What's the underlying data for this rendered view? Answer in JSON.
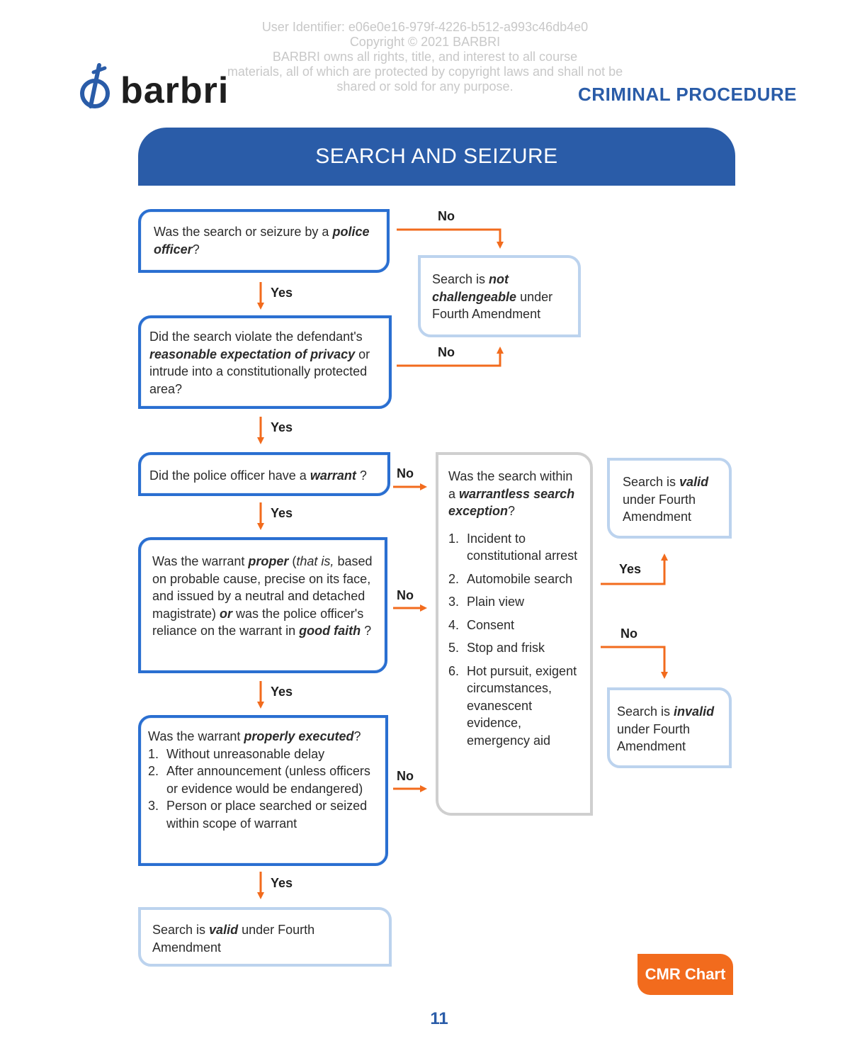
{
  "watermark": {
    "lines": [
      "User Identifier: e06e0e16-979f-4226-b512-a993c46db4e0",
      "Copyright © 2021 BARBRI",
      "BARBRI owns all rights, title, and interest to all course",
      "materials, all of which are protected by copyright laws and shall not be",
      "shared or sold for any purpose."
    ]
  },
  "header": {
    "logo_text": "barbri",
    "subject": "CRIMINAL PROCEDURE",
    "logo_icon": "barbri-logo-icon"
  },
  "banner": {
    "title": "SEARCH AND SEIZURE"
  },
  "colors": {
    "brand_blue": "#2a5ca8",
    "question_border": "#2a6fd1",
    "result_border": "#bcd3ee",
    "arrow_orange": "#f26b1d",
    "exception_border": "#cfcfcf"
  },
  "flow": {
    "q1": {
      "pre": "Was the search or seizure by a ",
      "em": "police officer",
      "post": "?"
    },
    "q2": {
      "pre": "Did the search violate the defendant's ",
      "em": "reasonable expectation of privacy",
      "post": " or intrude into a constitutionally protected area?"
    },
    "q3": {
      "pre": "Did the police officer have a ",
      "em": "warrant",
      "post": " ?"
    },
    "q4": {
      "pre": "Was the warrant ",
      "em1": "proper",
      "mid1": " (",
      "em2": "that is,",
      "mid2": " based on probable cause, precise on its face, and issued by a neutral and detached magistrate) ",
      "em3": "or",
      "mid3": " was the police officer's reliance on the warrant in ",
      "em4": "good faith",
      "post": " ?"
    },
    "q5": {
      "pre": "Was the warrant ",
      "em": "properly executed",
      "post": "?",
      "items": [
        {
          "n": "1.",
          "text": "Without unreasonable delay"
        },
        {
          "n": "2.",
          "text": "After announcement (unless officers or evidence would be endangered)"
        },
        {
          "n": "3.",
          "text": "Person or place searched or seized within scope of warrant"
        }
      ]
    },
    "not_challengeable": {
      "pre": "Search is ",
      "em": "not challengeable",
      "post": " under Fourth Amendment"
    },
    "valid_bottom": {
      "pre": "Search is ",
      "em": "valid",
      "post": " under Fourth Amendment"
    },
    "exception": {
      "pre": "Was the search within a ",
      "em": "warrantless search exception",
      "post": "?",
      "items": [
        {
          "n": "1.",
          "text": "Incident to constitutional arrest"
        },
        {
          "n": "2.",
          "text": "Automobile search"
        },
        {
          "n": "3.",
          "text": "Plain view"
        },
        {
          "n": "4.",
          "text": "Consent"
        },
        {
          "n": "5.",
          "text": "Stop and frisk"
        },
        {
          "n": "6.",
          "text": "Hot pursuit, exigent circumstances, evanescent evidence, emergency aid"
        }
      ]
    },
    "valid_right": {
      "pre": "Search is ",
      "em": "valid",
      "post": " under Fourth Amendment"
    },
    "invalid_right": {
      "pre": "Search is ",
      "em": "invalid",
      "post": " under Fourth Amendment"
    },
    "labels": {
      "yes": "Yes",
      "no": "No"
    }
  },
  "footer": {
    "badge": "CMR Chart",
    "page_number": "11"
  }
}
